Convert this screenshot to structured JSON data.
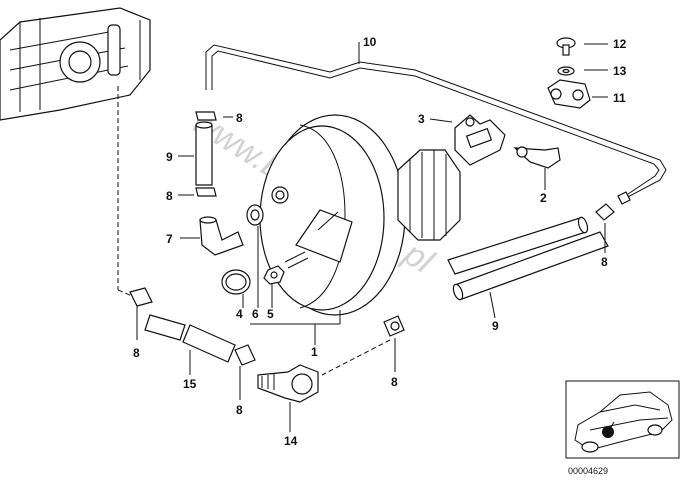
{
  "callouts": {
    "n1": "1",
    "n2": "2",
    "n3": "3",
    "n4": "4",
    "n5": "5",
    "n6": "6",
    "n7": "7",
    "n8a": "8",
    "n8b": "8",
    "n8c": "8",
    "n8d": "8",
    "n8e": "8",
    "n8f": "8",
    "n9a": "9",
    "n9b": "9",
    "n10": "10",
    "n11": "11",
    "n12": "12",
    "n13": "13",
    "n14": "14",
    "n15": "15"
  },
  "watermark": "www.BMWstore.pl",
  "diagram_code": "00004629"
}
